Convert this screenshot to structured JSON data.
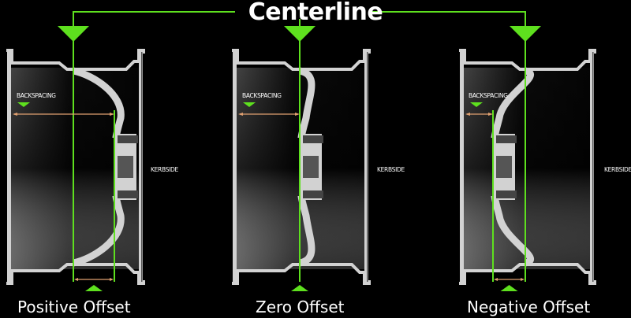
{
  "title": "Centerline",
  "colors": {
    "green": "#5ee01e",
    "rim": "#d2d2d2",
    "arrow": "#e0a070"
  },
  "wheels": [
    {
      "name": "Positive Offset",
      "backspacing": "BACKSPACING",
      "kerbside": "KERBSIDE"
    },
    {
      "name": "Zero Offset",
      "backspacing": "BACKSPACING",
      "kerbside": "KERBSIDE"
    },
    {
      "name": "Negative Offset",
      "backspacing": "BACKSPACING",
      "kerbside": "KERBSIDE"
    }
  ]
}
